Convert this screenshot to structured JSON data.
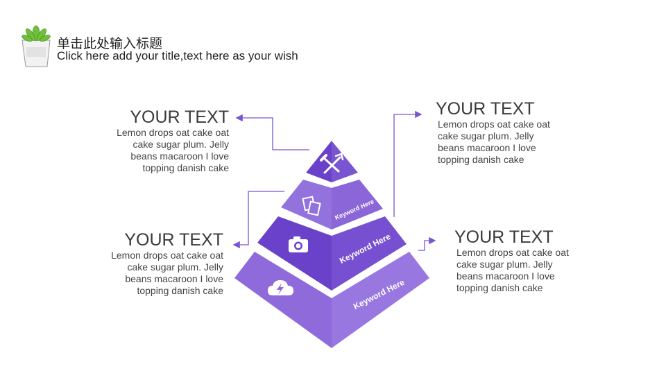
{
  "header": {
    "title_cn": "单击此处输入标题",
    "title_en": "Click here add your title,text here as your wish",
    "logo_icon": "succulent-pot-icon"
  },
  "blocks": [
    {
      "heading": "YOUR TEXT",
      "body": [
        "Lemon drops oat cake oat",
        "cake sugar plum. Jelly",
        "beans macaroon I love",
        "topping danish cake"
      ]
    },
    {
      "heading": "YOUR TEXT",
      "body": [
        "Lemon drops oat cake oat",
        "cake sugar plum. Jelly",
        "beans macaroon I love",
        "topping danish cake"
      ]
    },
    {
      "heading": "YOUR TEXT",
      "body": [
        "Lemon drops oat cake oat",
        "cake sugar plum. Jelly",
        "beans macaroon I love",
        "topping danish cake"
      ]
    },
    {
      "heading": "YOUR TEXT",
      "body": [
        "Lemon drops oat cake oat",
        "cake sugar plum. Jelly",
        "beans macaroon I love",
        "topping danish cake"
      ]
    }
  ],
  "pyramid": {
    "levels": [
      {
        "keyword": "",
        "icon": "tools-icon"
      },
      {
        "keyword": "Keyword Here",
        "icon": "documents-icon"
      },
      {
        "keyword": "Keyword Here",
        "icon": "camera-icon"
      },
      {
        "keyword": "Keyword Here",
        "icon": "cloud-lightning-icon"
      }
    ],
    "colors": {
      "light": "#9676de",
      "mid": "#7a55d2",
      "dark": "#6a42c9",
      "line": "#7a55d2"
    }
  }
}
